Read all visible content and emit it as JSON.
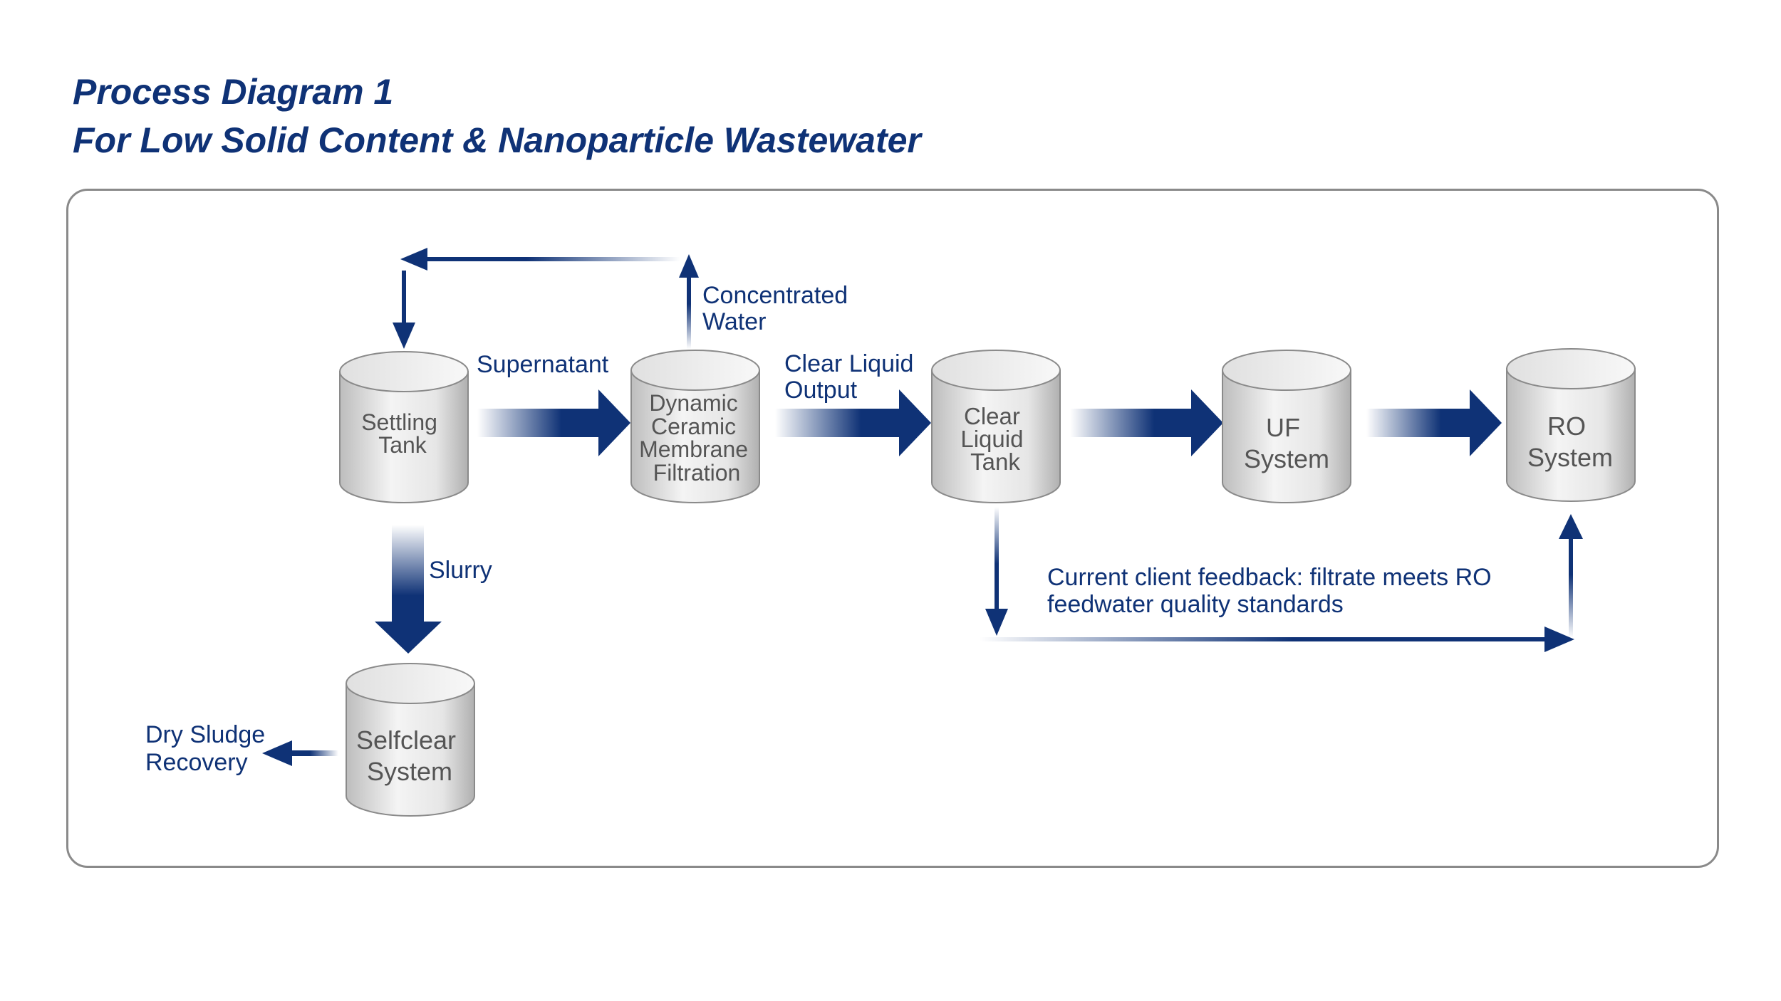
{
  "title": {
    "line1": "Process Diagram 1",
    "line2": "For Low Solid Content & Nanoparticle Wastewater"
  },
  "tanks": {
    "settling": [
      "Settling",
      "Tank"
    ],
    "dcmf": [
      "Dynamic",
      "Ceramic",
      "Membrane",
      "Filtration"
    ],
    "clear": [
      "Clear",
      "Liquid",
      "Tank"
    ],
    "uf": [
      "UF",
      "System"
    ],
    "ro": [
      "RO",
      "System"
    ],
    "selfclear": [
      "Selfclear",
      "System"
    ]
  },
  "labels": {
    "supernatant": "Supernatant",
    "concentrated_water": [
      "Concentrated",
      "Water"
    ],
    "clear_liquid_output": [
      "Clear Liquid",
      "Output"
    ],
    "slurry": "Slurry",
    "dry_sludge_recovery": [
      "Dry Sludge",
      "Recovery"
    ],
    "client_feedback": [
      "Current client feedback: filtrate meets RO",
      "feedwater quality standards"
    ]
  },
  "colors": {
    "title": "#0f3276",
    "arrow": "#0f3276",
    "frame_border": "#8a8a8a",
    "tank_text": "#555555"
  }
}
